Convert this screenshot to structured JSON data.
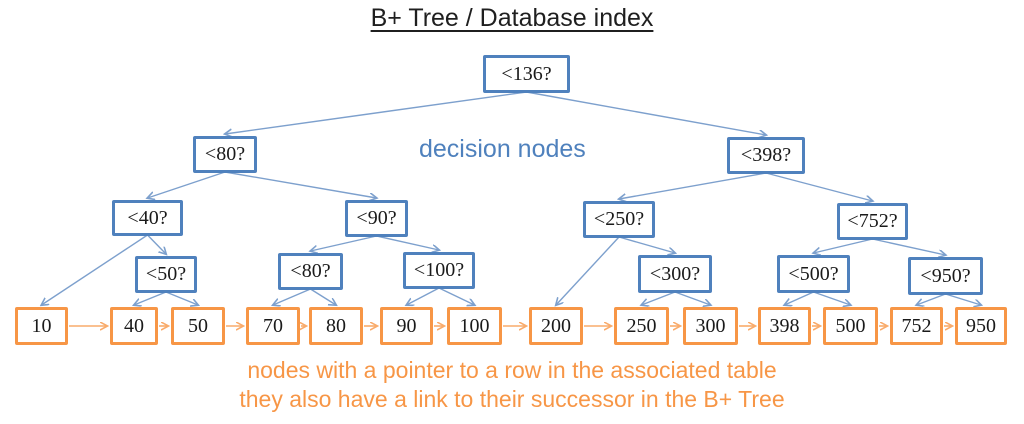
{
  "title": "B+ Tree / Database index",
  "labels": {
    "decision_nodes": "decision nodes",
    "leaf_note_line1": "nodes with a pointer to a row in the associated table",
    "leaf_note_line2": "they also have a link to their successor in the B+ Tree"
  },
  "colors": {
    "decision_border": "#4f81bd",
    "decision_line": "#7da0cd",
    "decision_text_label": "#4f81bd",
    "leaf_border": "#f79646",
    "leaf_line": "#f9ab6b",
    "leaf_note_text": "#f79646",
    "node_text": "#1a1a1a"
  },
  "tree": {
    "decision_nodes": [
      {
        "id": "d136",
        "label": "<136?"
      },
      {
        "id": "d80a",
        "label": "<80?"
      },
      {
        "id": "d398",
        "label": "<398?"
      },
      {
        "id": "d40",
        "label": "<40?"
      },
      {
        "id": "d90",
        "label": "<90?"
      },
      {
        "id": "d250",
        "label": "<250?"
      },
      {
        "id": "d752",
        "label": "<752?"
      },
      {
        "id": "d50",
        "label": "<50?"
      },
      {
        "id": "d80b",
        "label": "<80?"
      },
      {
        "id": "d100",
        "label": "<100?"
      },
      {
        "id": "d300",
        "label": "<300?"
      },
      {
        "id": "d500",
        "label": "<500?"
      },
      {
        "id": "d950",
        "label": "<950?"
      }
    ],
    "leaf_nodes": [
      {
        "id": "l10",
        "label": "10"
      },
      {
        "id": "l40",
        "label": "40"
      },
      {
        "id": "l50",
        "label": "50"
      },
      {
        "id": "l70",
        "label": "70"
      },
      {
        "id": "l80",
        "label": "80"
      },
      {
        "id": "l90",
        "label": "90"
      },
      {
        "id": "l100",
        "label": "100"
      },
      {
        "id": "l200",
        "label": "200"
      },
      {
        "id": "l250",
        "label": "250"
      },
      {
        "id": "l300",
        "label": "300"
      },
      {
        "id": "l398",
        "label": "398"
      },
      {
        "id": "l500",
        "label": "500"
      },
      {
        "id": "l752",
        "label": "752"
      },
      {
        "id": "l950",
        "label": "950"
      }
    ],
    "edges": [
      [
        "d136",
        "d80a"
      ],
      [
        "d136",
        "d398"
      ],
      [
        "d80a",
        "d40"
      ],
      [
        "d80a",
        "d90"
      ],
      [
        "d40",
        "l10"
      ],
      [
        "d40",
        "d50"
      ],
      [
        "d50",
        "l40"
      ],
      [
        "d50",
        "l50"
      ],
      [
        "d90",
        "d80b"
      ],
      [
        "d90",
        "d100"
      ],
      [
        "d80b",
        "l70"
      ],
      [
        "d80b",
        "l80"
      ],
      [
        "d100",
        "l90"
      ],
      [
        "d100",
        "l100"
      ],
      [
        "d398",
        "d250"
      ],
      [
        "d398",
        "d752"
      ],
      [
        "d250",
        "l200"
      ],
      [
        "d250",
        "d300"
      ],
      [
        "d300",
        "l250"
      ],
      [
        "d300",
        "l300"
      ],
      [
        "d752",
        "d500"
      ],
      [
        "d752",
        "d950"
      ],
      [
        "d500",
        "l398"
      ],
      [
        "d500",
        "l500"
      ],
      [
        "d950",
        "l752"
      ],
      [
        "d950",
        "l950"
      ]
    ],
    "successor_chain": [
      "l10",
      "l40",
      "l50",
      "l70",
      "l80",
      "l90",
      "l100",
      "l200",
      "l250",
      "l300",
      "l398",
      "l500",
      "l752",
      "l950"
    ]
  }
}
